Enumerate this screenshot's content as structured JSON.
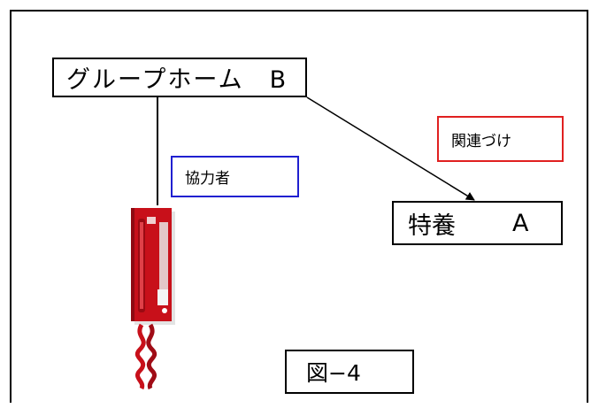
{
  "nodes": {
    "group_home": "グループホーム　B",
    "tokuyo_name": "特養",
    "tokuyo_letter": "A",
    "cooperator": "協力者",
    "relation": "関連づけ",
    "figure": "図−4"
  },
  "colors": {
    "cooperator_border": "#2020d0",
    "relation_border": "#e02020",
    "phone_red": "#c8101a"
  },
  "icons": {
    "phone": "emergency-phone-icon"
  }
}
